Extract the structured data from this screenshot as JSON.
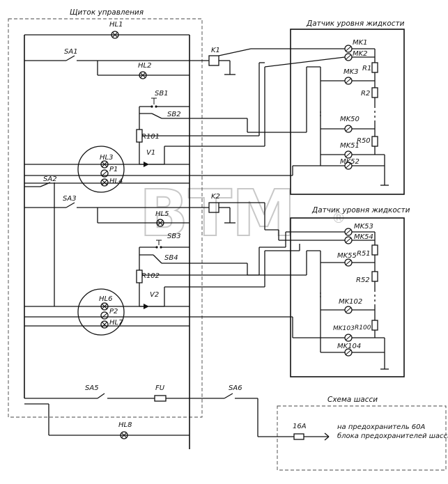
{
  "frames": {
    "control_panel": "Щиток управления",
    "sensor_upper": "Датчик уровня жидкости",
    "sensor_lower": "Датчик уровня жидкости",
    "chassis": "Схема шасси"
  },
  "lamps": {
    "hl1": "HL1",
    "hl2": "HL2",
    "hl3": "HL3",
    "hl4": "HL4",
    "hl5": "HL5",
    "hl6": "HL6",
    "hl7": "HL7",
    "hl8": "HL8"
  },
  "switches": {
    "sa1": "SA1",
    "sa2": "SA2",
    "sa3": "SA3",
    "sa5": "SA5",
    "sa6": "SA6",
    "sb1": "SB1",
    "sb2": "SB2",
    "sb3": "SB3",
    "sb4": "SB4"
  },
  "relays": {
    "k1": "K1",
    "k2": "K2"
  },
  "resistors": {
    "r101": "R101",
    "r102": "R102",
    "r1": "R1",
    "r2": "R2",
    "r50": "R50",
    "r51": "R51",
    "r52": "R52",
    "r100": "R100"
  },
  "diodes": {
    "v1": "V1",
    "v2": "V2"
  },
  "gauges": {
    "p1": "P1",
    "p2": "P2"
  },
  "fuses": {
    "fu": "FU",
    "f16a": "16A"
  },
  "contacts_upper": {
    "mk1": "MK1",
    "mk2": "MK2",
    "mk3": "MK3",
    "mk50": "MK50",
    "mk51": "MK51",
    "mk52": "MK52"
  },
  "contacts_lower": {
    "mk53": "MK53",
    "mk54": "MK54",
    "mk55": "MK55",
    "mk102": "MK102",
    "mk103": "MK103",
    "mk104": "MK104"
  },
  "chassis_note": {
    "line1": "на предохранитель 60А",
    "line2": "блока предохранителей шасси"
  },
  "watermark": {
    "text": "BTM",
    "mark": "®"
  }
}
